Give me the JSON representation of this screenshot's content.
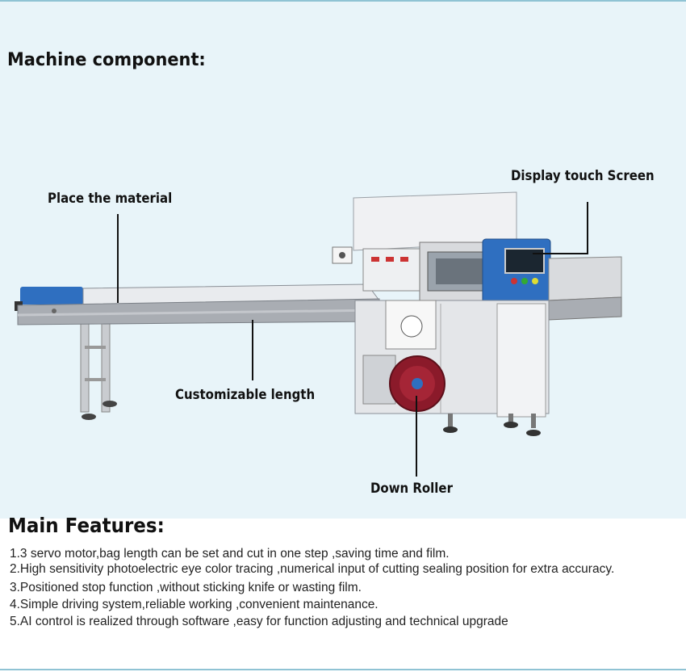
{
  "section_components": {
    "title": "Machine component:"
  },
  "callouts": {
    "place_material": "Place the material",
    "display_screen": "Display touch Screen",
    "customizable_length": "Customizable length",
    "down_roller": "Down Roller"
  },
  "section_features": {
    "title": "Main Features:",
    "items": [
      "1.3 servo motor,bag length can be set and cut in one step ,saving time and film.",
      "2.High sensitivity photoelectric eye color tracing ,numerical input of cutting sealing position for extra accuracy.",
      "3.Positioned stop function ,without sticking knife or wasting film.",
      "4.Simple driving system,reliable working ,convenient maintenance.",
      "5.AI control is realized through software ,easy for function adjusting and technical upgrade"
    ]
  },
  "colors": {
    "panel_bg": "#e8f4f9",
    "accent_line": "#8fc3d4",
    "machine_blue": "#2f6fc0",
    "film_red": "#8b1a2a"
  }
}
